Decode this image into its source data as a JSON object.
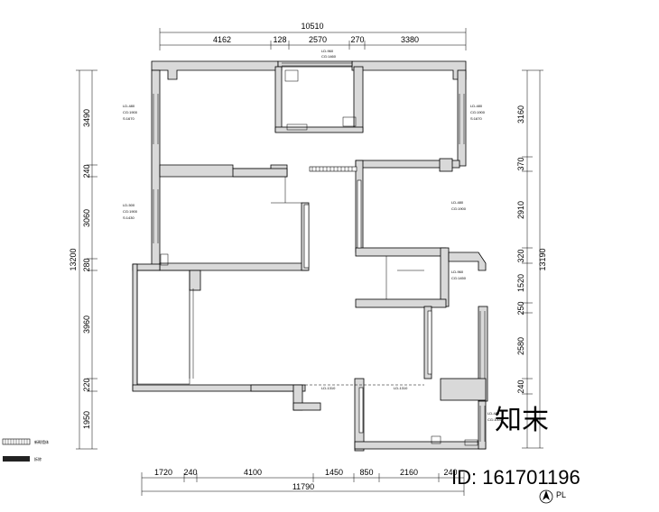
{
  "dimensions": {
    "top_total": "10510",
    "top": [
      "4162",
      "128",
      "2570",
      "270",
      "3380"
    ],
    "bottom_total": "11790",
    "bottom": [
      "1720",
      "240",
      "4100",
      "1450",
      "850",
      "2160",
      "240"
    ],
    "left_total": "13200",
    "left": [
      "3490",
      "240",
      "3060",
      "280",
      "3960",
      "220",
      "1950"
    ],
    "right_total": "13190",
    "right": [
      "3160",
      "370",
      "2910",
      "320",
      "1520",
      "250",
      "2580",
      "240"
    ]
  },
  "labels": {
    "window_tl": [
      "LD-480",
      "CG:1900",
      "S:1670"
    ],
    "window_top": [
      "LD-960",
      "CG:1460"
    ],
    "window_tr": [
      "LD-480",
      "CG:1900",
      "S:1670"
    ],
    "window_ml": [
      "LD-500",
      "CG:1900",
      "S:1430"
    ],
    "window_mr": [
      "LD-480",
      "CG:1900"
    ],
    "window_r2": [
      "LD-960",
      "CG:1450"
    ],
    "window_r3": [
      "LD-480",
      "CG:1000"
    ],
    "ld_bottom_1": "LD-1310",
    "ld_bottom_2": "LD-1310"
  },
  "legend": {
    "items": [
      {
        "label": "新砌墙体",
        "kind": "hatched"
      },
      {
        "label": "拆除",
        "kind": "solid"
      }
    ]
  },
  "north_label": "PL",
  "watermark": {
    "brand": "知末",
    "id": "ID: 161701196"
  }
}
